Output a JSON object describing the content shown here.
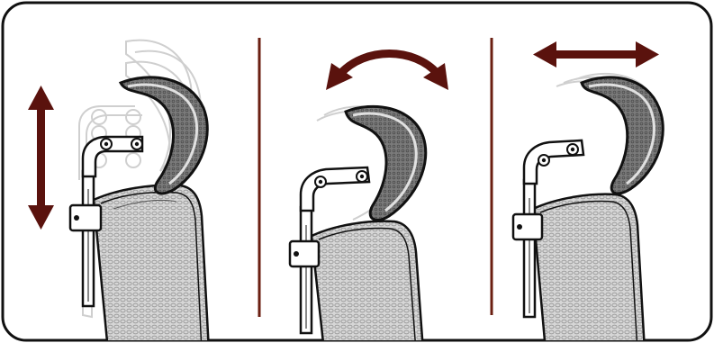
{
  "colors": {
    "frame": "#111111",
    "divider": "#6b1f12",
    "arrow": "#5a120d",
    "mesh": "#bcbcbc",
    "mesh_line": "#9a9a9a",
    "pad_dark": "#3a3a3a",
    "pad_mid": "#6e6e6e",
    "ghost": "#cfcfcf",
    "metal": "#ffffff"
  },
  "panels": [
    {
      "name": "height-adjustment",
      "arrow": "vertical-double-arrow"
    },
    {
      "name": "angle-adjustment",
      "arrow": "curved-double-arrow"
    },
    {
      "name": "depth-adjustment",
      "arrow": "horizontal-double-arrow"
    }
  ]
}
